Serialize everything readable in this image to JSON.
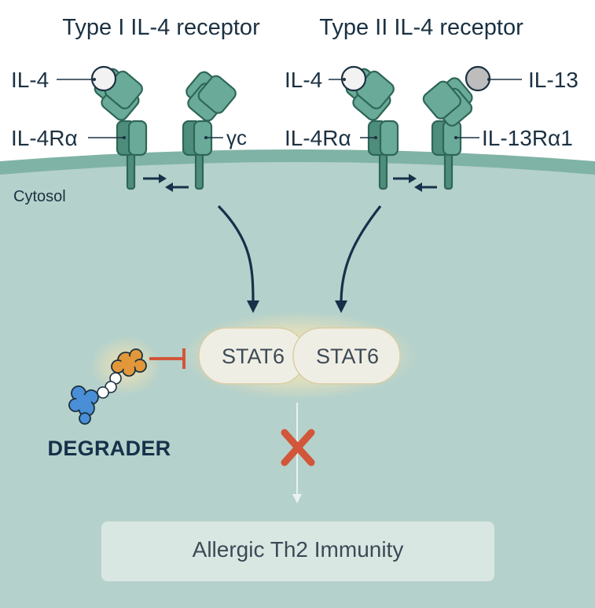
{
  "titles": {
    "type1": "Type I IL-4 receptor",
    "type2": "Type II IL-4 receptor"
  },
  "labels": {
    "il4_left": "IL-4",
    "il4ra_left": "IL-4Rα",
    "gamma_c": "γc",
    "il4_right": "IL-4",
    "il13": "IL-13",
    "il4ra_right": "IL-4Rα",
    "il13ra1": "IL-13Rα1",
    "cytosol": "Cytosol"
  },
  "stat": {
    "left": "STAT6",
    "right": "STAT6"
  },
  "degrader": "DEGRADER",
  "outcome": "Allergic Th2 Immunity",
  "colors": {
    "membrane": "#8bbcaf",
    "cytosol": "#b5d1cb",
    "receptor": "#6aaa99",
    "receptor_dark": "#4e8d7c",
    "receptor_stroke": "#2e6657",
    "il4_ligand": "#f2f2f2",
    "il13_ligand": "#bdbdbd",
    "stat_fill": "#efeee5",
    "stat_glow": "#f6e7b3",
    "inhibit_line": "#d2563a",
    "cross": "#d2563a",
    "degrader_orange": "#e2983a",
    "degrader_blue": "#4a8fd6",
    "text_dark": "#1b3142",
    "outcome_box": "#d9e7e3"
  },
  "icons": {
    "dimer_arrows": "opposing-arrows-icon",
    "block": "red-x-icon",
    "inhibition": "inhibition-bar-icon"
  }
}
